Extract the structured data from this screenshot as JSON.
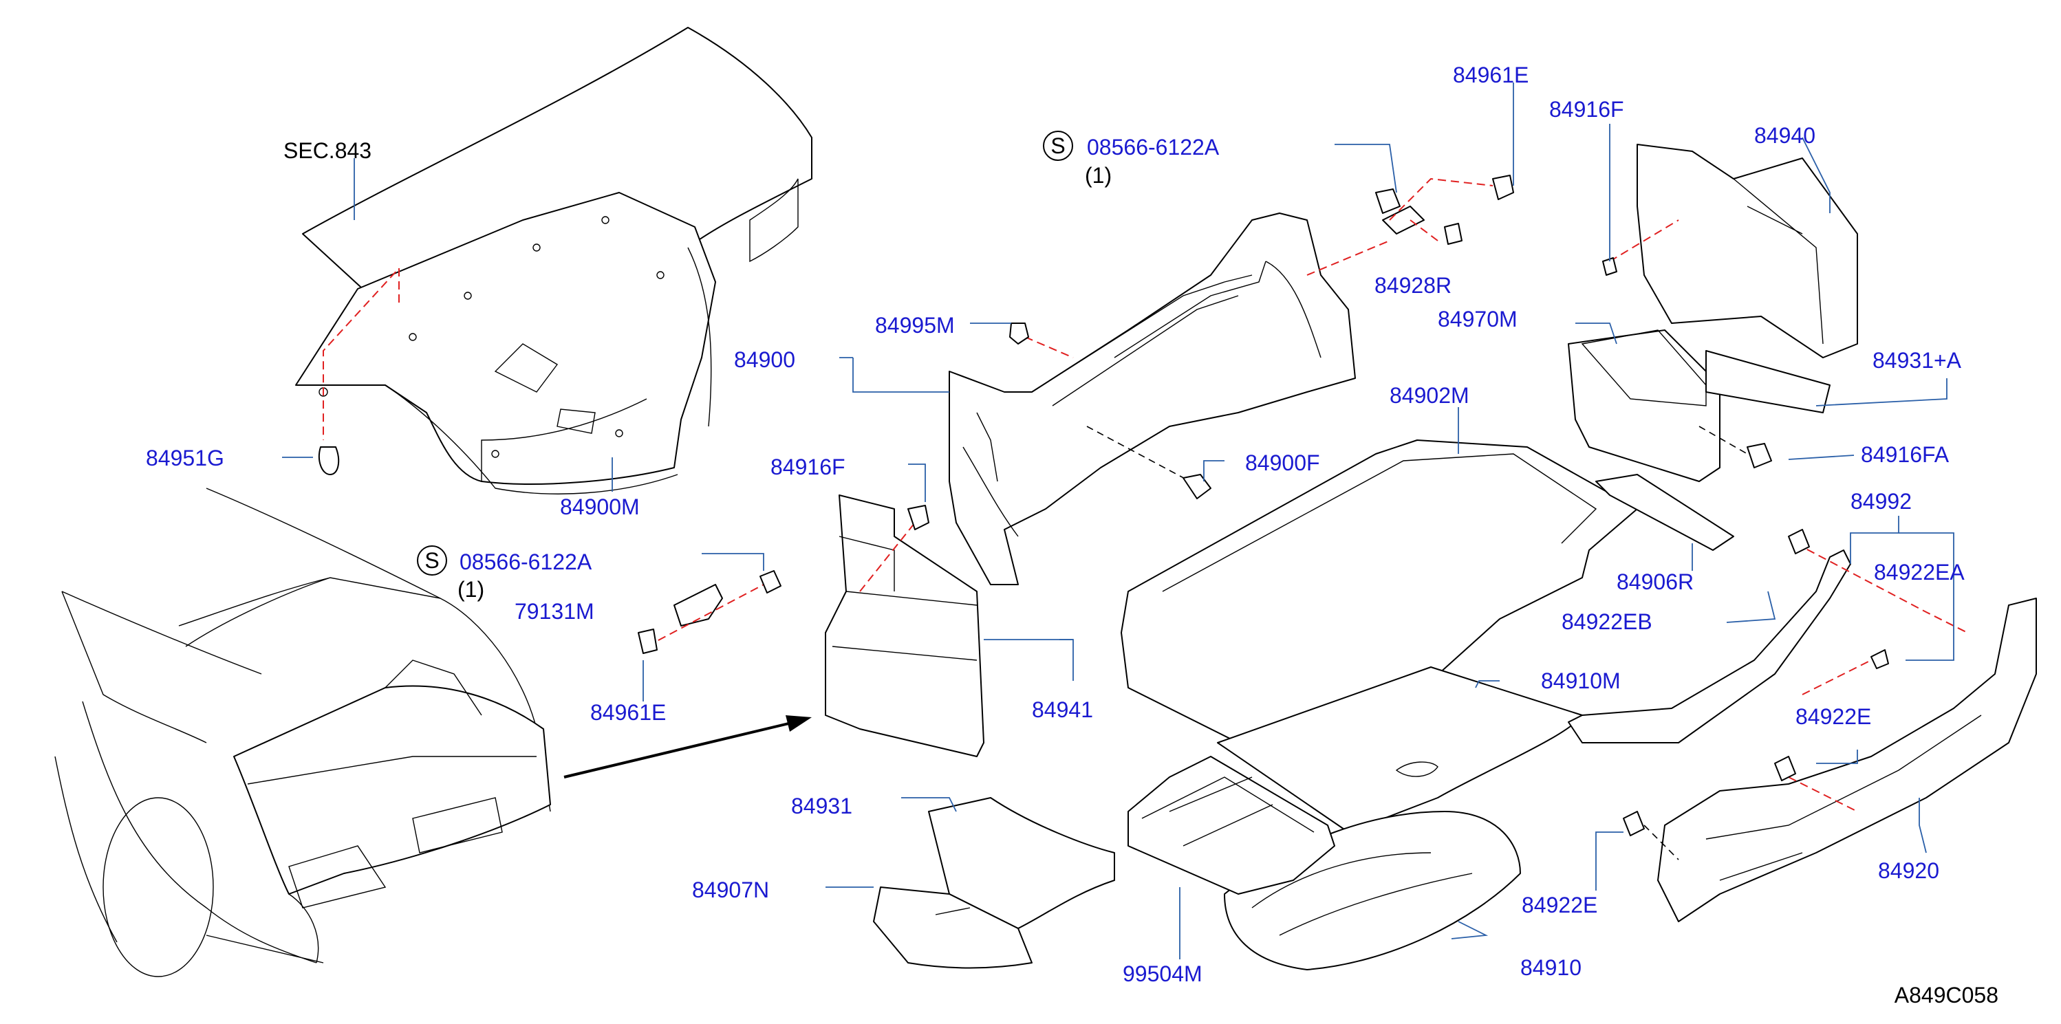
{
  "diagram": {
    "code": "A849C058",
    "section_ref": "SEC.843",
    "callouts": {
      "sec843": "SEC.843",
      "p84951G": "84951G",
      "p84900M": "84900M",
      "screw_symbol_a": "S",
      "screw_a_part": "08566-6122A",
      "screw_a_qty": "(1)",
      "p79131M": "79131M",
      "p84961E_a": "84961E",
      "screw_symbol_b": "S",
      "screw_b_part": "08566-6122A",
      "screw_b_qty": "(1)",
      "p84995M": "84995M",
      "p84900": "84900",
      "p84916F_a": "84916F",
      "p84900F": "84900F",
      "p84941": "84941",
      "p84931": "84931",
      "p84907N": "84907N",
      "p99504M": "99504M",
      "p84910": "84910",
      "p84910M": "84910M",
      "p84902M": "84902M",
      "p84961E_b": "84961E",
      "p84928R": "84928R",
      "p84916F_b": "84916F",
      "p84940": "84940",
      "p84970M": "84970M",
      "p84931A": "84931+A",
      "p84916FA": "84916FA",
      "p84906R": "84906R",
      "p84992": "84992",
      "p84922EA": "84922EA",
      "p84922EB": "84922EB",
      "p84922E_a": "84922E",
      "p84922E_b": "84922E",
      "p84920": "84920"
    },
    "colors": {
      "part_number": "#1a1ad0",
      "leader": "#2a5fa8",
      "assembly_dash": "#e02020",
      "outline": "#000000"
    }
  }
}
